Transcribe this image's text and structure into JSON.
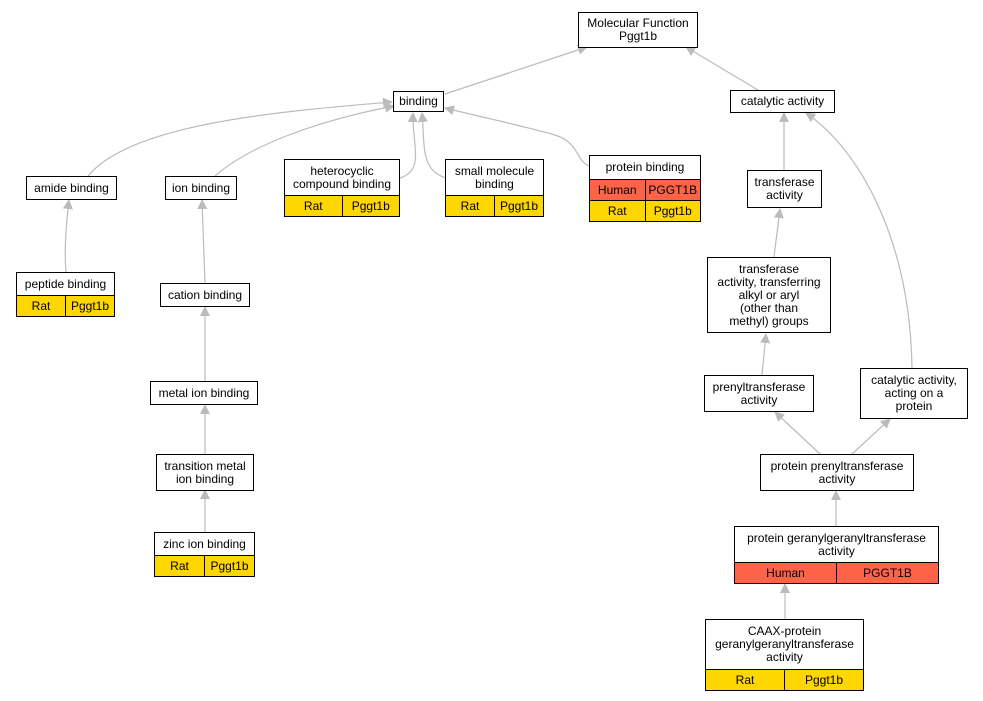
{
  "colors": {
    "rat": "#ffd700",
    "human": "#ff6347",
    "edge": "#bbbbbb"
  },
  "nodes": {
    "molecular_function": {
      "label": "Molecular Function\nPggt1b"
    },
    "binding": {
      "label": "binding"
    },
    "catalytic_activity": {
      "label": "catalytic activity"
    },
    "amide_binding": {
      "label": "amide binding"
    },
    "ion_binding": {
      "label": "ion binding"
    },
    "heterocyclic": {
      "label": "heterocyclic\ncompound binding",
      "rows": [
        {
          "species": "Rat",
          "gene": "Pggt1b"
        }
      ]
    },
    "small_molecule": {
      "label": "small molecule\nbinding",
      "rows": [
        {
          "species": "Rat",
          "gene": "Pggt1b"
        }
      ]
    },
    "protein_binding": {
      "label": "protein binding",
      "rows": [
        {
          "species": "Human",
          "gene": "PGGT1B"
        },
        {
          "species": "Rat",
          "gene": "Pggt1b"
        }
      ]
    },
    "transferase": {
      "label": "transferase\nactivity"
    },
    "peptide_binding": {
      "label": "peptide binding",
      "rows": [
        {
          "species": "Rat",
          "gene": "Pggt1b"
        }
      ]
    },
    "cation_binding": {
      "label": "cation binding"
    },
    "transferase_alkyl": {
      "label": "transferase\nactivity, transferring\nalkyl or aryl\n(other than\nmethyl) groups"
    },
    "metal_ion": {
      "label": "metal ion binding"
    },
    "prenyltransferase": {
      "label": "prenyltransferase\nactivity"
    },
    "catalytic_protein": {
      "label": "catalytic activity,\nacting on a\nprotein"
    },
    "transition_metal": {
      "label": "transition metal\nion binding"
    },
    "protein_prenyl": {
      "label": "protein prenyltransferase\nactivity"
    },
    "zinc_ion": {
      "label": "zinc ion binding",
      "rows": [
        {
          "species": "Rat",
          "gene": "Pggt1b"
        }
      ]
    },
    "protein_geranyl": {
      "label": "protein geranylgeranyltransferase\nactivity",
      "rows": [
        {
          "species": "Human",
          "gene": "PGGT1B"
        }
      ]
    },
    "caax": {
      "label": "CAAX-protein\ngeranylgeranyltransferase\nactivity",
      "rows": [
        {
          "species": "Rat",
          "gene": "Pggt1b"
        }
      ]
    }
  }
}
